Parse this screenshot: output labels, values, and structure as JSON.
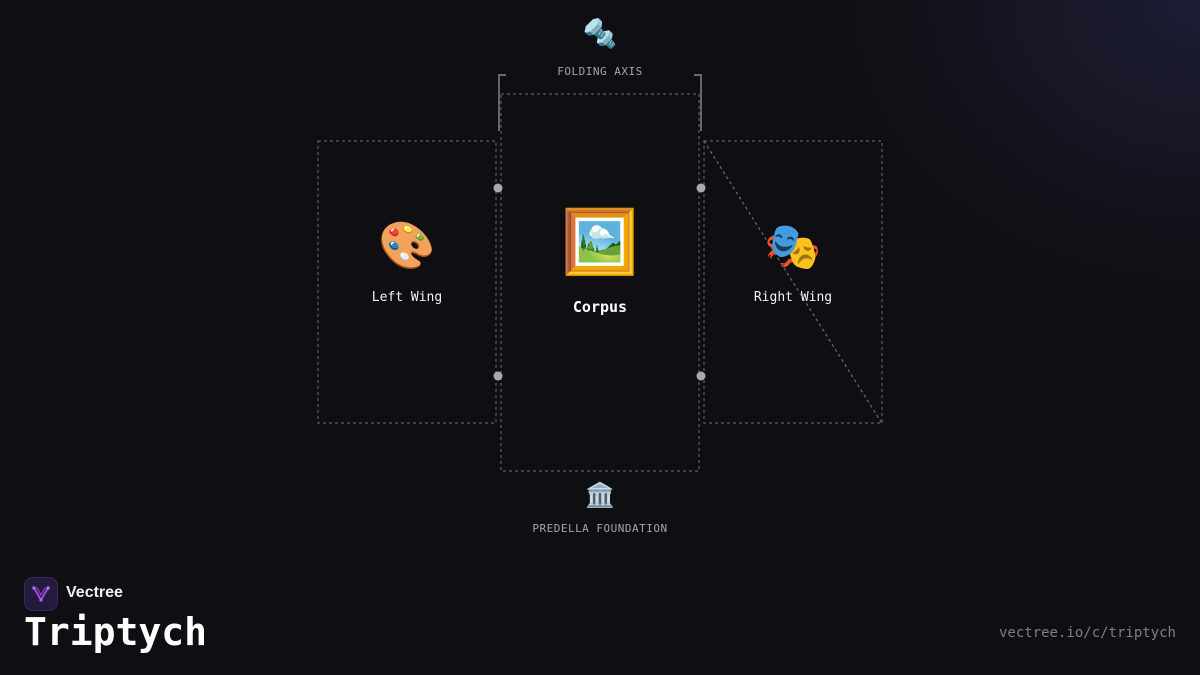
{
  "diagram": {
    "folding_axis": {
      "icon": "bolt-nut-icon",
      "glyph": "🔩",
      "label": "FOLDING AXIS"
    },
    "left_wing": {
      "icon": "palette-icon",
      "glyph": "🎨",
      "label": "Left Wing"
    },
    "corpus": {
      "icon": "framed-picture-icon",
      "glyph": "🖼️",
      "label": "Corpus"
    },
    "right_wing": {
      "icon": "theater-masks-icon",
      "glyph": "🎭",
      "label": "Right Wing"
    },
    "predella": {
      "icon": "classical-building-icon",
      "glyph": "🏛️",
      "label": "PREDELLA FOUNDATION"
    }
  },
  "footer": {
    "brand_name": "Vectree",
    "title": "Triptych",
    "url": "vectree.io/c/triptych"
  },
  "colors": {
    "background": "#0f0f13",
    "line": "#5c5c66",
    "hinge": "#a8a8b0",
    "brand_purple": "#9b4fd6"
  }
}
